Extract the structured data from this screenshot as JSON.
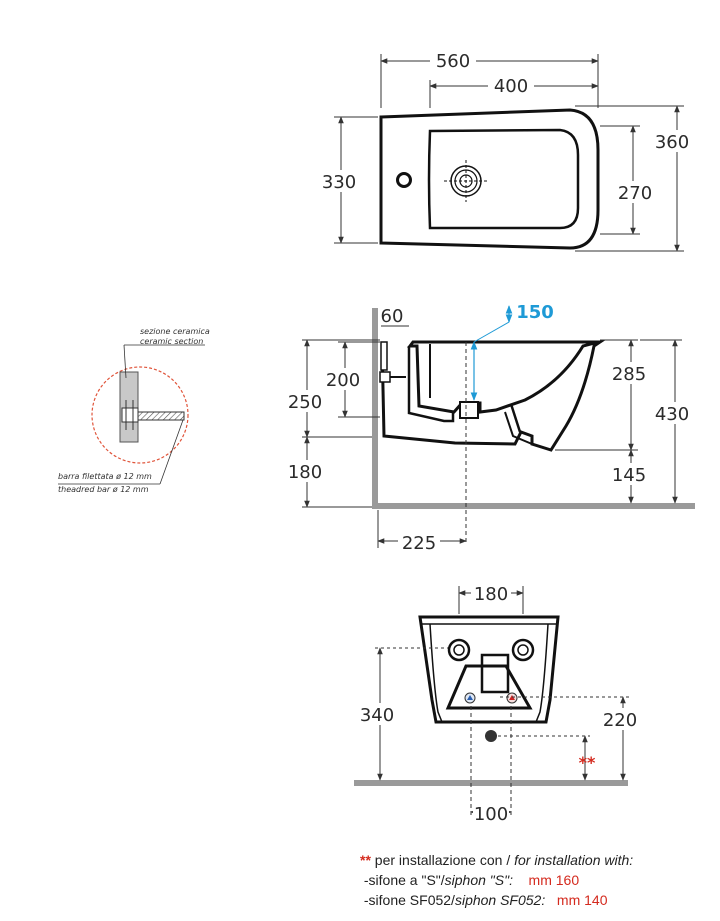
{
  "top_view": {
    "width_total": "560",
    "width_inner": "400",
    "depth_total": "360",
    "depth_left": "330",
    "depth_inner": "270"
  },
  "side_view": {
    "wall_gap": "60",
    "spout_height": "150",
    "upper_height": "200",
    "fixing_height": "250",
    "bar_height": "180",
    "rim_height": "285",
    "total_height": "430",
    "bottom_height": "145",
    "wall_to_drain": "225"
  },
  "detail": {
    "section_it": "sezione ceramica",
    "section_en": "ceramic section",
    "bar_it": "barra filettata ø 12 mm",
    "bar_en": "theadred bar ø 12 mm"
  },
  "rear_view": {
    "hole_spacing": "180",
    "supply_height": "340",
    "drain_height": "220",
    "drain_spacing": "100",
    "marker": "**"
  },
  "notes": {
    "marker": "**",
    "heading_it": "per installazione con / ",
    "heading_en": "for installation with:",
    "line1_it": "-sifone a \"S\"/",
    "line1_en": "siphon \"S\":",
    "line1_value": "mm 160",
    "line2_it": "-sifone SF052/",
    "line2_en": "siphon SF052:",
    "line2_value": "mm 140"
  }
}
